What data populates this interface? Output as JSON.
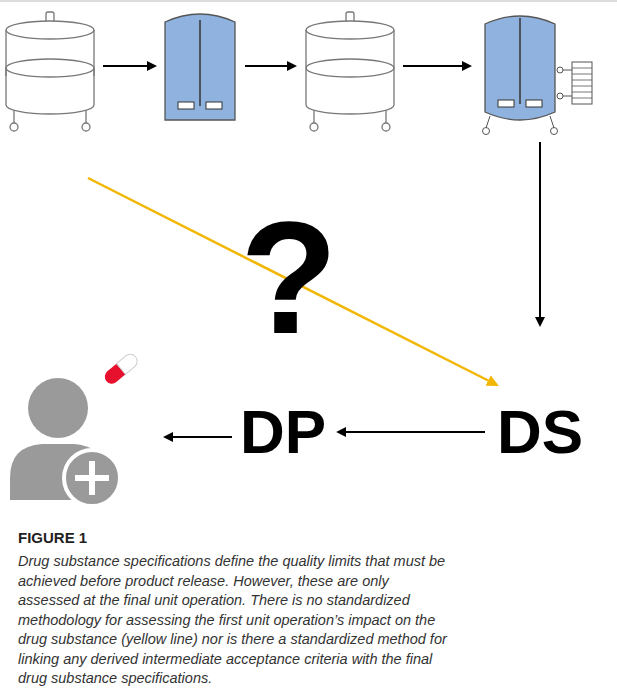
{
  "diagram": {
    "title": "FIGURE 1",
    "caption": "Drug substance specifications define the quality limits that must be achieved before product release. However, these are only assessed at the final unit operation. There is no standardized methodology for assessing the first unit operation’s impact on the drug substance (yellow line) nor is there a standardized method for linking any derived intermediate acceptance criteria with the final drug substance specifications.",
    "nodes": [
      {
        "text": [
          "DS"
        ]
      },
      {
        "text": [
          "DP"
        ]
      }
    ],
    "edges": [
      {
        "from": 0,
        "to": 1,
        "arrow": "to"
      }
    ],
    "labels": [
      "?"
    ]
  }
}
